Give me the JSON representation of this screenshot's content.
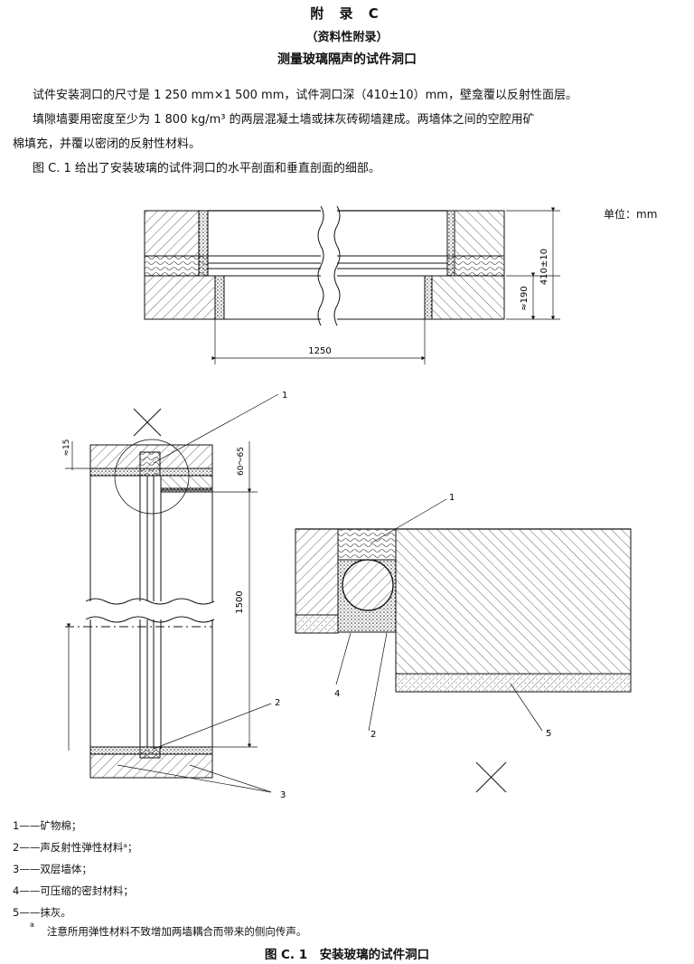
{
  "header": {
    "appendix_title": "附 录 C",
    "appendix_type": "（资料性附录）",
    "section_title": "测量玻璃隔声的试件洞口"
  },
  "body": {
    "p1": "试件安装洞口的尺寸是 1 250 mm×1 500 mm，试件洞口深（410±10）mm，壁龛覆以反射性面层。",
    "p2_line1": "填隙墙要用密度至少为 1 800 kg/m³ 的两层混凝土墙或抹灰砖砌墙建成。两墙体之间的空腔用矿",
    "p2_line2": "棉填充，并覆以密闭的反射性材料。",
    "p3": "图 C. 1 给出了安装玻璃的试件洞口的水平剖面和垂直剖面的细部。"
  },
  "unit_label": "单位：mm",
  "figure": {
    "dims": {
      "width_1250": "1250",
      "depth": "410±10",
      "approx_190": "≈190",
      "approx_15": "≈15",
      "range_60_65": "60～65",
      "height_1500": "1500"
    },
    "callouts": {
      "c1a": "1",
      "c1b": "1",
      "c2a": "2",
      "c2b": "2",
      "c3": "3",
      "c4": "4",
      "c5": "5"
    }
  },
  "legend": [
    "1——矿物棉；",
    "2——声反射性弹性材料ᵃ；",
    "3——双层墙体；",
    "4——可压缩的密封材料；",
    "5——抹灰。"
  ],
  "footnote": {
    "mark": "a",
    "text": "注意所用弹性材料不致增加两墙耦合而带来的侧向传声。"
  },
  "caption": "图 C. 1　安装玻璃的试件洞口"
}
